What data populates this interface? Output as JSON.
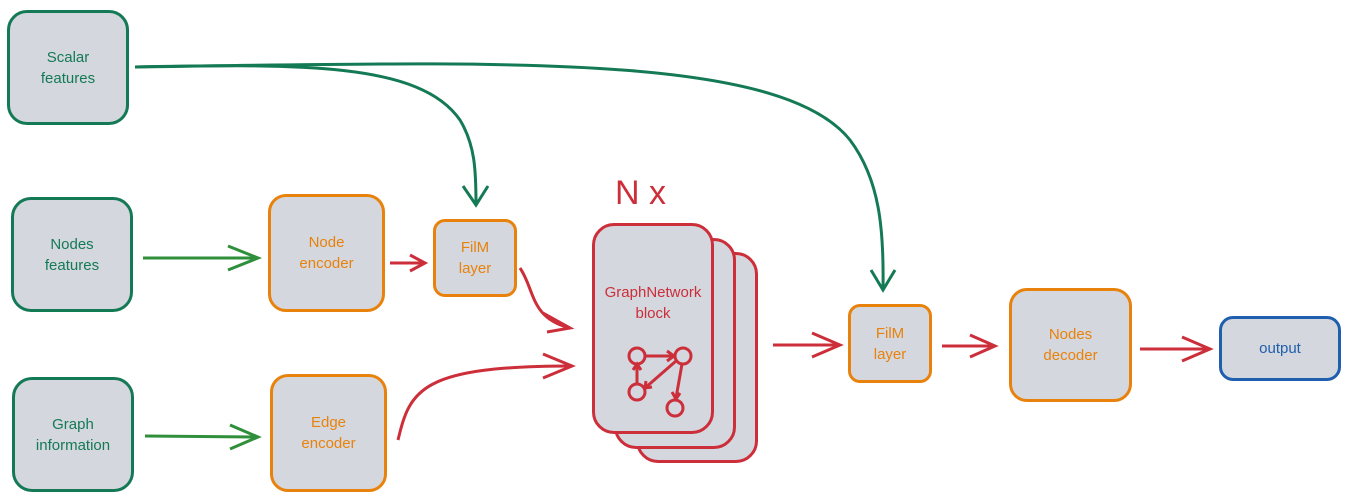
{
  "colors": {
    "green": "#147a55",
    "green_arrow": "#2f8f3a",
    "orange": "#e8820c",
    "red": "#cc2e3a",
    "blue": "#1f5fae",
    "box_fill": "#d4d7dd"
  },
  "inputs": {
    "scalar": [
      "Scalar",
      "features"
    ],
    "nodes": [
      "Nodes",
      "features"
    ],
    "graph": [
      "Graph",
      "information"
    ]
  },
  "encoders": {
    "node": [
      "Node",
      "encoder"
    ],
    "edge": [
      "Edge",
      "encoder"
    ]
  },
  "film1": [
    "FilM",
    "layer"
  ],
  "film2": [
    "FilM",
    "layer"
  ],
  "repeat_label": "N x",
  "graph_block": [
    "GraphNetwork",
    "block"
  ],
  "decoder": [
    "Nodes",
    "decoder"
  ],
  "output": "output"
}
